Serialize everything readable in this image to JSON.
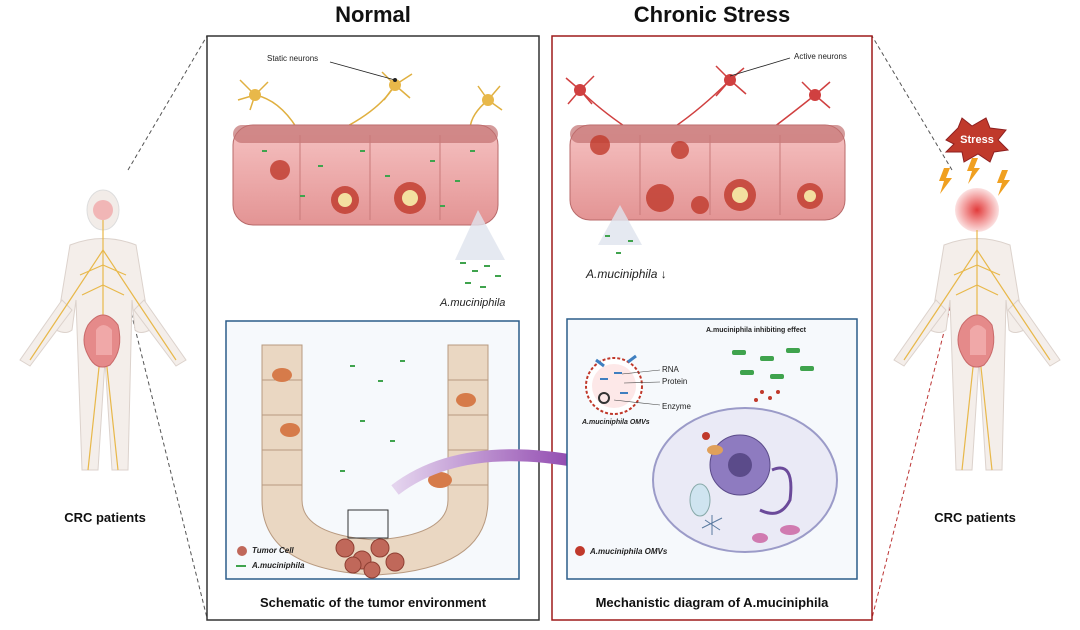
{
  "headers": {
    "left": "Normal",
    "right": "Chronic Stress"
  },
  "patients": {
    "left_label": "CRC patients",
    "right_label": "CRC patients"
  },
  "stress_badge": "Stress",
  "normal": {
    "neuron_label": "Static neurons",
    "bacteria_label": "A.muciniphila",
    "inset_caption": "Schematic of the tumor environment",
    "legend": {
      "tumor_cell": "Tumor Cell",
      "bacteria": "A.muciniphila"
    }
  },
  "stress": {
    "neuron_label": "Active neurons",
    "bacteria_label": "A.muciniphila ↓",
    "inset_caption": "Mechanistic diagram of A.muciniphila",
    "effect_label": "A.muciniphila inhibiting effect",
    "omv_labels": {
      "rna": "RNA",
      "protein": "Protein",
      "enzyme": "Enzyme",
      "omvs": "A.muciniphila OMVs"
    },
    "legend": {
      "omvs": "A.muciniphila OMVs"
    }
  },
  "colors": {
    "normal_frame": "#333333",
    "stress_frame": "#9e1a1a",
    "inset_border": "#2b5d8a",
    "arrow": "#9b59b6",
    "tissue": "#e8a1a1",
    "bacteria": "#3fa34d",
    "nerve": "#e8b84a"
  }
}
